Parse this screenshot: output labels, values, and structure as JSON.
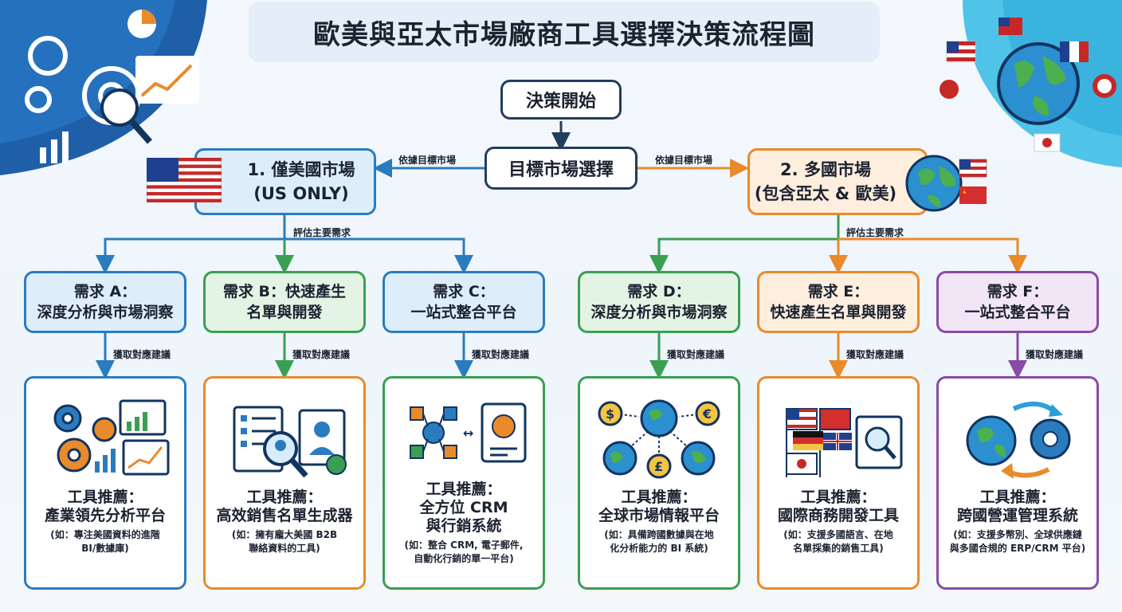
{
  "title": "歐美與亞太市場廠商工具選擇決策流程圖",
  "start": "決策開始",
  "target": "目標市場選擇",
  "branch_label": "依據目標市場",
  "eval_label": "評估主要需求",
  "advice_label": "獲取對應建議",
  "us": {
    "line1": "1. 僅美國市場",
    "line2": "(US ONLY)"
  },
  "multi": {
    "line1": "2. 多國市場",
    "line2": "(包含亞太 & 歐美)"
  },
  "needs": [
    {
      "l1": "需求 A：",
      "l2": "深度分析與市場洞察"
    },
    {
      "l1": "需求 B：快速產生",
      "l2": "名單與開發"
    },
    {
      "l1": "需求 C：",
      "l2": "一站式整合平台"
    },
    {
      "l1": "需求 D：",
      "l2": "深度分析與市場洞察"
    },
    {
      "l1": "需求 E：",
      "l2": "快速產生名單與開發"
    },
    {
      "l1": "需求 F：",
      "l2": "一站式整合平台"
    }
  ],
  "tools": [
    {
      "h": "工具推薦：",
      "n": [
        "產業領先分析平台"
      ],
      "d": [
        "(如：專注美國資料的進階",
        "BI/數據庫)"
      ]
    },
    {
      "h": "工具推薦：",
      "n": [
        "高效銷售名單生成器"
      ],
      "d": [
        "(如：擁有龐大美國 B2B",
        "聯絡資料的工具)"
      ]
    },
    {
      "h": "工具推薦：",
      "n": [
        "全方位 CRM",
        "與行銷系統"
      ],
      "d": [
        "(如：整合 CRM, 電子郵件,",
        "自動化行銷的單一平台)"
      ]
    },
    {
      "h": "工具推薦：",
      "n": [
        "全球市場情報平台"
      ],
      "d": [
        "(如：具備跨國數據與在地",
        "化分析能力的 BI 系統)"
      ]
    },
    {
      "h": "工具推薦：",
      "n": [
        "國際商務開發工具"
      ],
      "d": [
        "(如：支援多國語言、在地",
        "名單採集的銷售工具)"
      ]
    },
    {
      "h": "工具推薦：",
      "n": [
        "跨國營運管理系統"
      ],
      "d": [
        "(如：支援多幣別、全球供應鏈",
        "與多國合規的 ERP/CRM 平台)"
      ]
    }
  ],
  "currency_symbols": [
    "$",
    "€",
    "£"
  ],
  "colors": {
    "navy": "#233d5c",
    "blue": "#2b7cbf",
    "green": "#3a9f52",
    "orange": "#e98a2b",
    "purple": "#8a4aa8"
  }
}
